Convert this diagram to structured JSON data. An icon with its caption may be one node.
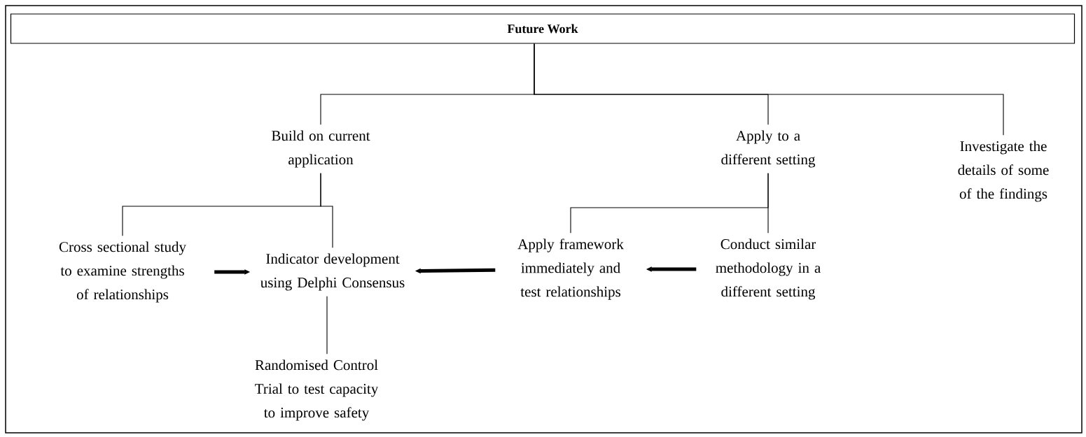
{
  "diagram": {
    "nodes": [
      {
        "text": [
          "Future Work"
        ]
      },
      {
        "text": [
          "Build on current application"
        ]
      },
      {
        "text": [
          "Apply to a different setting"
        ]
      },
      {
        "text": [
          "Investigate the details of some of the findings"
        ]
      },
      {
        "text": [
          "Cross sectional study to examine strengths of relationships"
        ]
      },
      {
        "text": [
          "Indicator development using Delphi Consensus"
        ]
      },
      {
        "text": [
          "Apply framework immediately and test relationships"
        ]
      },
      {
        "text": [
          "Conduct similar methodology in a different setting"
        ]
      },
      {
        "text": [
          "Randomised Control Trial to test capacity to improve safety"
        ]
      }
    ],
    "edges": [
      {
        "from": 0,
        "to": 1,
        "arrow": "none"
      },
      {
        "from": 0,
        "to": 2,
        "arrow": "none"
      },
      {
        "from": 0,
        "to": 3,
        "arrow": "none"
      },
      {
        "from": 1,
        "to": 4,
        "arrow": "none"
      },
      {
        "from": 1,
        "to": 5,
        "arrow": "none"
      },
      {
        "from": 2,
        "to": 6,
        "arrow": "none"
      },
      {
        "from": 2,
        "to": 7,
        "arrow": "none"
      },
      {
        "from": 5,
        "to": 8,
        "arrow": "none"
      },
      {
        "from": 4,
        "to": 5,
        "arrow": "to",
        "style": "thick"
      },
      {
        "from": 6,
        "to": 5,
        "arrow": "to",
        "style": "thick"
      },
      {
        "from": 7,
        "to": 6,
        "arrow": "to",
        "style": "thick"
      }
    ]
  }
}
